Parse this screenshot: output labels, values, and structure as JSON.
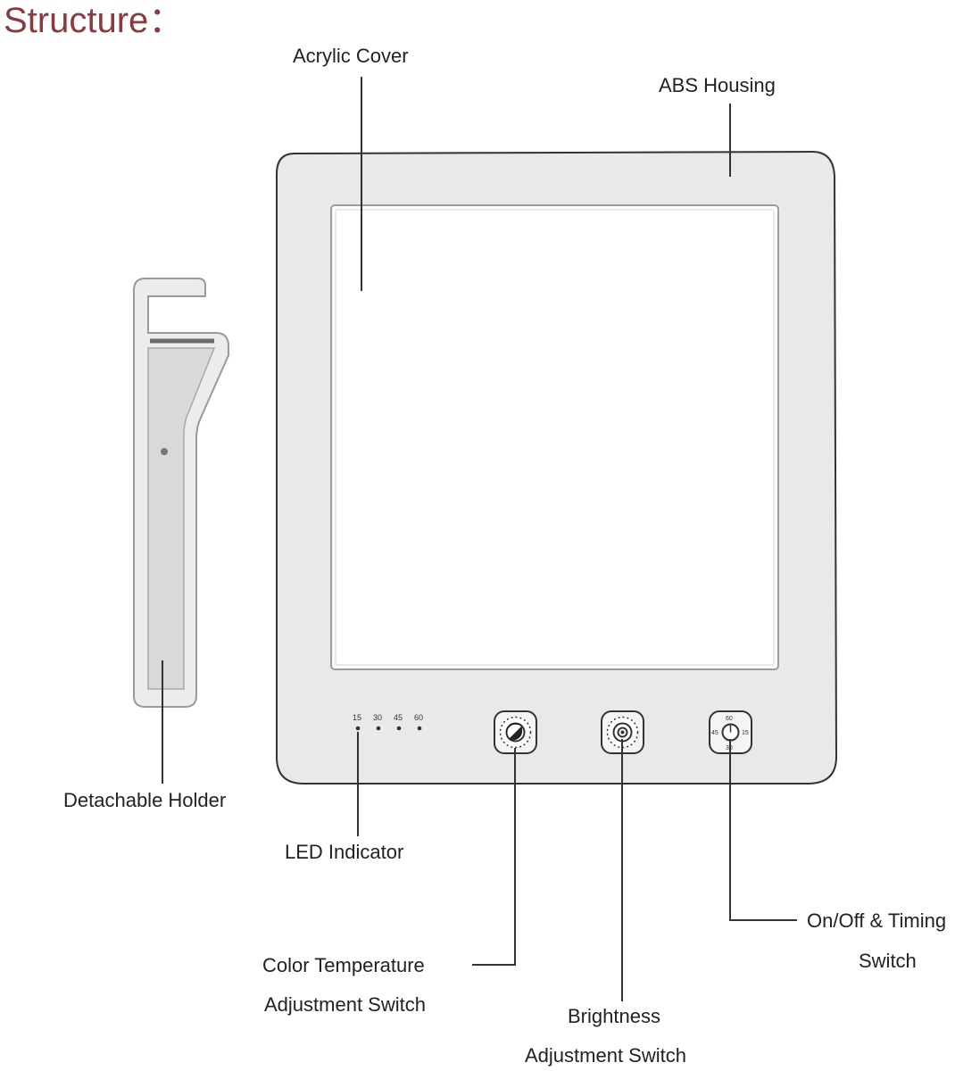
{
  "title": "Structure：",
  "labels": {
    "acrylic_cover": "Acrylic Cover",
    "abs_housing": "ABS Housing",
    "detachable_holder": "Detachable Holder",
    "led_indicator": "LED Indicator",
    "color_temp_line1": "Color Temperature",
    "color_temp_line2": "Adjustment Switch",
    "brightness_line1": "Brightness",
    "brightness_line2": "Adjustment Switch",
    "onoff_line1": "On/Off & Timing",
    "onoff_line2": "Switch"
  },
  "led_ticks": [
    "15",
    "30",
    "45",
    "60"
  ],
  "timer_ticks": {
    "top": "60",
    "left": "45",
    "right": "15",
    "bottom": "30"
  },
  "colors": {
    "title": "#8b3a3f",
    "housing": "#e9e9e9",
    "cover": "#fbfbfb",
    "line": "#333333"
  }
}
